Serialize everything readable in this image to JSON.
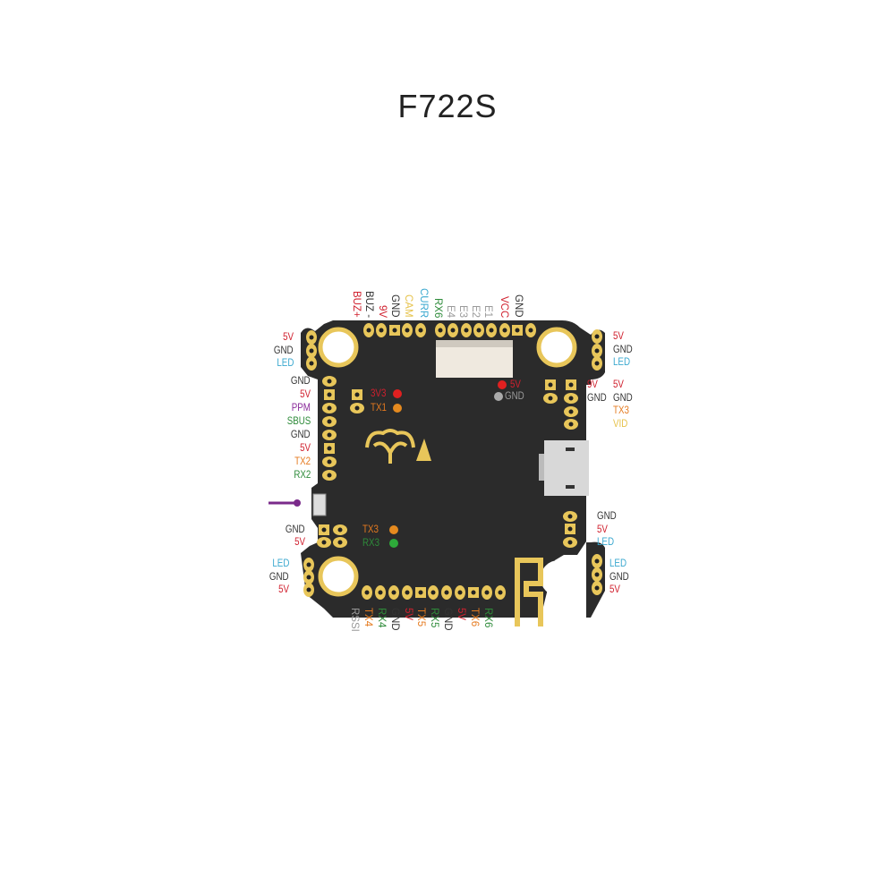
{
  "title": "F722S",
  "colors": {
    "red": "#d0202e",
    "dark": "#333333",
    "blue": "#3aa8cf",
    "purple": "#8a2a9a",
    "green": "#2e8b3a",
    "orange": "#e57a1f",
    "yellow": "#e6c24a",
    "gray": "#9a9a9a",
    "pcb": "#2b2b2b",
    "gold": "#e8c65a"
  },
  "top_labels": [
    {
      "text": "BUZ+",
      "color": "red"
    },
    {
      "text": "BUZ -",
      "color": "dark"
    },
    {
      "text": "9V",
      "color": "red"
    },
    {
      "text": "GND",
      "color": "dark"
    },
    {
      "text": "CAM",
      "color": "yellow"
    },
    {
      "text": "CURR",
      "color": "blue"
    },
    {
      "text": "RX6",
      "color": "green"
    },
    {
      "text": "E4",
      "color": "gray"
    },
    {
      "text": "E3",
      "color": "gray"
    },
    {
      "text": "E2",
      "color": "gray"
    },
    {
      "text": "E1",
      "color": "gray"
    },
    {
      "text": "VCC",
      "color": "red"
    },
    {
      "text": "GND",
      "color": "dark"
    }
  ],
  "bottom_labels": [
    {
      "text": "RSSI",
      "color": "gray"
    },
    {
      "text": "TX4",
      "color": "orange"
    },
    {
      "text": "RX4",
      "color": "green"
    },
    {
      "text": "GND",
      "color": "dark"
    },
    {
      "text": "5V",
      "color": "red"
    },
    {
      "text": "TX5",
      "color": "orange"
    },
    {
      "text": "RX5",
      "color": "green"
    },
    {
      "text": "GND",
      "color": "dark"
    },
    {
      "text": "5V",
      "color": "red"
    },
    {
      "text": "TX6",
      "color": "orange"
    },
    {
      "text": "RX6",
      "color": "green"
    }
  ],
  "left_ear_top": [
    {
      "text": "5V",
      "color": "red"
    },
    {
      "text": "GND",
      "color": "dark"
    },
    {
      "text": "LED",
      "color": "blue"
    }
  ],
  "left_header": [
    {
      "text": "GND",
      "color": "dark"
    },
    {
      "text": "5V",
      "color": "red"
    },
    {
      "text": "PPM",
      "color": "purple"
    },
    {
      "text": "SBUS",
      "color": "green"
    },
    {
      "text": "GND",
      "color": "dark"
    },
    {
      "text": "5V",
      "color": "red"
    },
    {
      "text": "TX2",
      "color": "orange"
    },
    {
      "text": "RX2",
      "color": "green"
    }
  ],
  "left_lower_header": [
    {
      "text": "GND",
      "color": "dark"
    },
    {
      "text": "5V",
      "color": "red"
    }
  ],
  "left_ear_bottom": [
    {
      "text": "LED",
      "color": "blue"
    },
    {
      "text": "GND",
      "color": "dark"
    },
    {
      "text": "5V",
      "color": "red"
    }
  ],
  "right_ear_top": [
    {
      "text": "5V",
      "color": "red"
    },
    {
      "text": "GND",
      "color": "dark"
    },
    {
      "text": "LED",
      "color": "blue"
    }
  ],
  "right_header_inner": [
    {
      "text": "9V",
      "color": "red"
    },
    {
      "text": "GND",
      "color": "dark"
    }
  ],
  "right_header_outer": [
    {
      "text": "5V",
      "color": "red"
    },
    {
      "text": "GND",
      "color": "dark"
    },
    {
      "text": "TX3",
      "color": "orange"
    },
    {
      "text": "VID",
      "color": "yellow"
    }
  ],
  "right_lower_header": [
    {
      "text": "GND",
      "color": "dark"
    },
    {
      "text": "5V",
      "color": "red"
    },
    {
      "text": "LED",
      "color": "blue"
    }
  ],
  "right_ear_bottom": [
    {
      "text": "LED",
      "color": "blue"
    },
    {
      "text": "GND",
      "color": "dark"
    },
    {
      "text": "5V",
      "color": "red"
    }
  ],
  "board_text": {
    "v3_label": {
      "text": "3V3",
      "color": "red"
    },
    "tx1_label": {
      "text": "TX1",
      "color": "orange"
    },
    "tx3_label": {
      "text": "TX3",
      "color": "orange"
    },
    "rx3_label": {
      "text": "RX3",
      "color": "green"
    },
    "v5_label": {
      "text": "5V",
      "color": "red"
    },
    "gnd_label": {
      "text": "GND",
      "color": "gray"
    }
  },
  "leds": {
    "v3": "#e02020",
    "tx1": "#e58a1f",
    "tx3": "#e58a1f",
    "rx3": "#2eaa3a",
    "v5": "#e02020",
    "gnd": "#aaaaaa"
  }
}
